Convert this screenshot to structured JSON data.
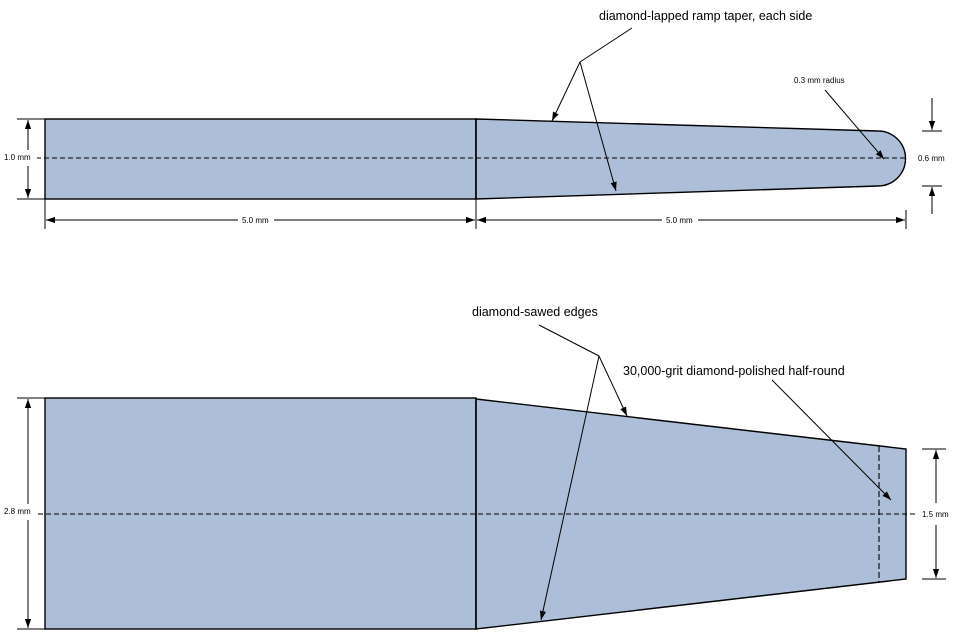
{
  "top_view": {
    "callout_taper": "diamond-lapped  ramp taper, each side",
    "callout_radius": "0.3 mm radius",
    "dim_height_left": "1.0 mm",
    "dim_height_right": "0.6 mm",
    "dim_length_left": "5.0 mm",
    "dim_length_right": "5.0 mm"
  },
  "side_view": {
    "callout_edges": "diamond-sawed  edges",
    "callout_halfround": "30,000-grit diamond-polished  half-round",
    "dim_height_left": "2.8 mm",
    "dim_height_right": "1.5 mm"
  },
  "colors": {
    "fill": "#adbfd8",
    "stroke": "#000000"
  }
}
